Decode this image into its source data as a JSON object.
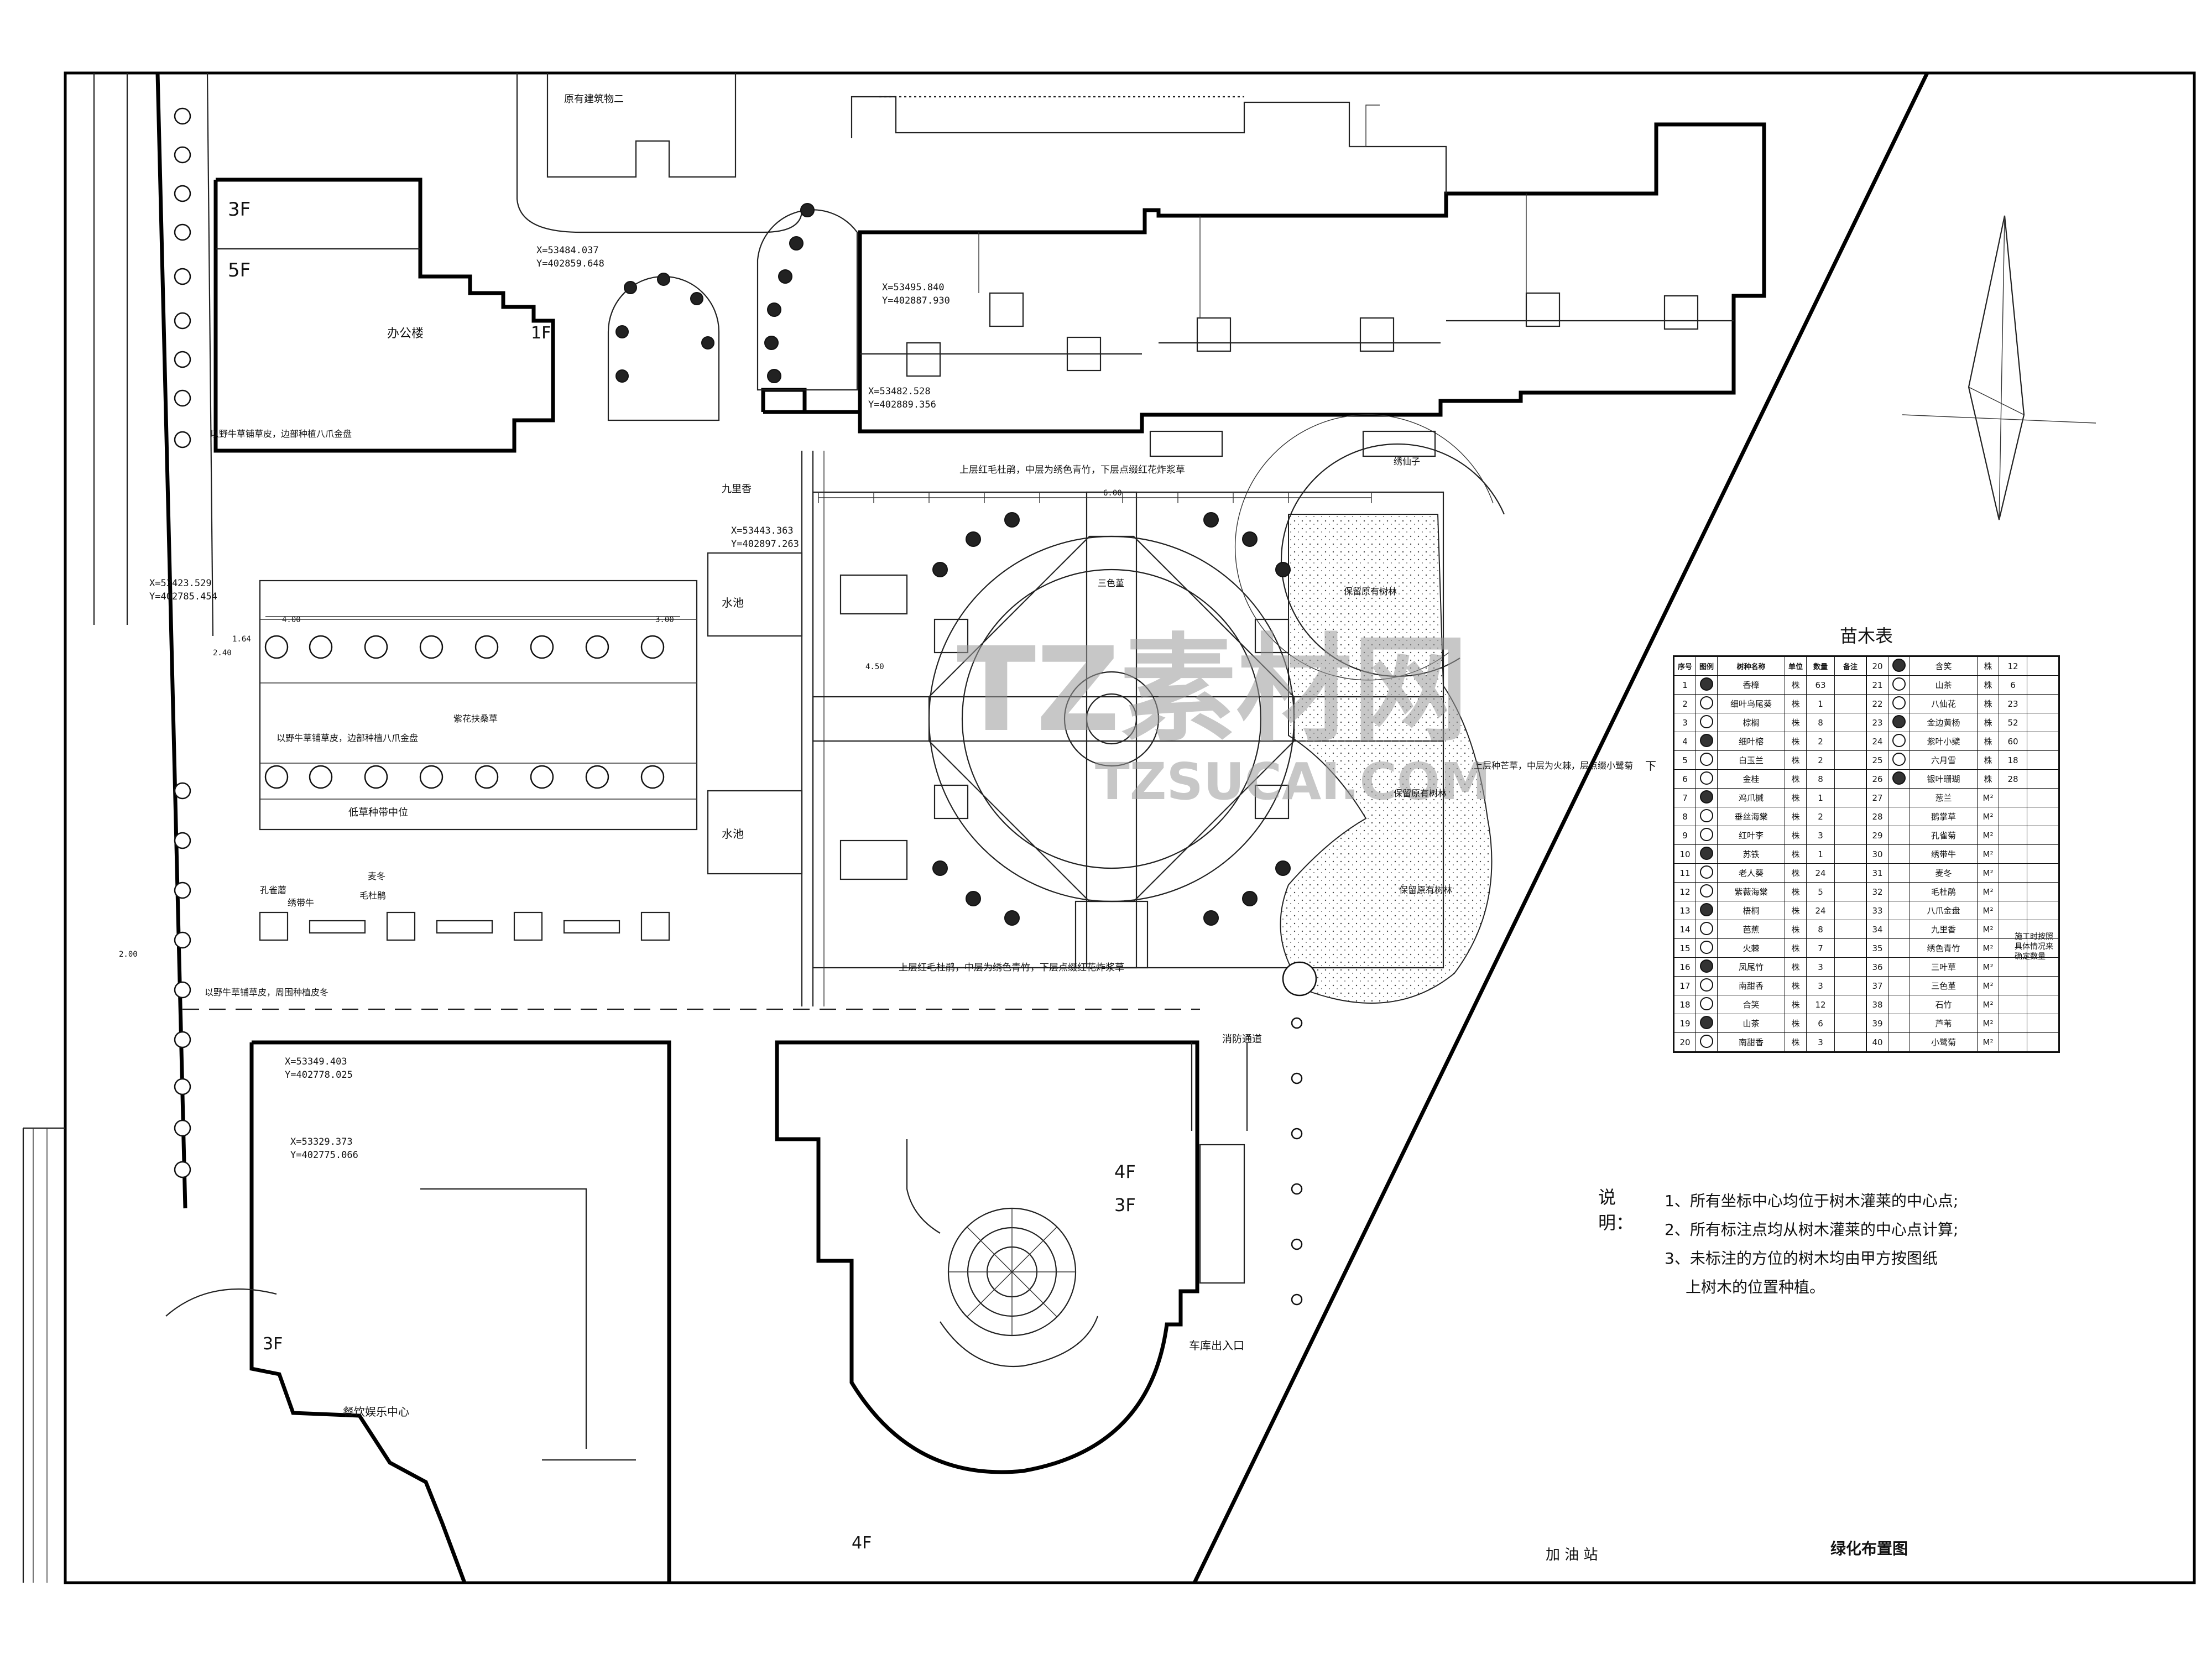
{
  "drawing": {
    "title": "绿化布置图",
    "frame_color": "#000000",
    "background": "#ffffff"
  },
  "buildings": {
    "office": "办公楼",
    "office_floors_a": "3F",
    "office_floors_b": "5F",
    "office_floors_c": "1F",
    "existing_building": "原有建筑物二",
    "dining": "餐饮娱乐中心",
    "dining_floors": "3F",
    "south_4f": "4F",
    "south_3f": "3F",
    "bottom_4f": "4F",
    "gas_station": "加 油 站",
    "parking_entrance": "车库出入口",
    "fire_lane": "消防通道",
    "down_label": "下"
  },
  "features": {
    "pool_left_top": "水池",
    "pool_left_bottom": "水池",
    "nine_li": "九里香",
    "sancha": "三色堇",
    "notes_top_hedge": "上层红毛杜鹃，中层为绣色青竹，下层点缀红花炸浆草",
    "notes_bottom_hedge": "上层红毛杜鹃，中层为绣色青竹，下层点缀红花炸浆草",
    "notes_right": "上层种芒草，中层为火棘，层点缀小鹭菊",
    "notes_west_lawn": "以野牛草铺草皮，边部种植八爪金盘",
    "notes_north_lawn": "以野牛草铺草皮，边部种植八爪金盘",
    "notes_sw_lawn": "以野牛草铺草皮，周围种植皮冬",
    "hedge_label": "低草种带中位",
    "hibiscus": "紫花扶桑草",
    "keep_trees_1": "保留原有树林",
    "keep_trees_2": "保留原有树林",
    "keep_trees_3": "保留原有树林",
    "shrub_label": "绣仙子",
    "legend_a": "孔雀蘑",
    "legend_b": "绣带牛",
    "legend_c": "麦冬",
    "legend_d": "毛杜鹃"
  },
  "coordinates": [
    {
      "x": "X=53484.037",
      "y": "Y=402859.648"
    },
    {
      "x": "X=53495.840",
      "y": "Y=402887.930"
    },
    {
      "x": "X=53482.528",
      "y": "Y=402889.356"
    },
    {
      "x": "X=53443.363",
      "y": "Y=402897.263"
    },
    {
      "x": "X=53423.529",
      "y": "Y=402785.454"
    },
    {
      "x": "X=53349.403",
      "y": "Y=402778.025"
    },
    {
      "x": "X=53329.373",
      "y": "Y=402775.066"
    }
  ],
  "dimensions": {
    "spacing": "4.00",
    "spacing_b": "3.00",
    "spacing_c": "6.00",
    "small_a": "2.00",
    "small_b": "1.64",
    "small_c": "4.50",
    "small_d": "2.40"
  },
  "plant_table": {
    "title": "苗木表",
    "headers": [
      "序号",
      "图例",
      "树种名称",
      "单位",
      "数量",
      "备注"
    ],
    "rows_left": [
      [
        "1",
        "香樟",
        "株",
        "63"
      ],
      [
        "2",
        "细叶鸟尾葵",
        "株",
        "1"
      ],
      [
        "3",
        "棕榈",
        "株",
        "8"
      ],
      [
        "4",
        "细叶榕",
        "株",
        "2"
      ],
      [
        "5",
        "白玉兰",
        "株",
        "2"
      ],
      [
        "6",
        "金桂",
        "株",
        "8"
      ],
      [
        "7",
        "鸡爪槭",
        "株",
        "1"
      ],
      [
        "8",
        "垂丝海棠",
        "株",
        "2"
      ],
      [
        "9",
        "红叶李",
        "株",
        "3"
      ],
      [
        "10",
        "苏铁",
        "株",
        "1"
      ],
      [
        "11",
        "老人葵",
        "株",
        "24"
      ],
      [
        "12",
        "紫薇海棠",
        "株",
        "5"
      ],
      [
        "13",
        "梧桐",
        "株",
        "24"
      ],
      [
        "14",
        "芭蕉",
        "株",
        "8"
      ],
      [
        "15",
        "火棘",
        "株",
        "7"
      ],
      [
        "16",
        "凤尾竹",
        "株",
        "3"
      ],
      [
        "17",
        "南甜香",
        "株",
        "3"
      ],
      [
        "18",
        "合笑",
        "株",
        "12"
      ],
      [
        "19",
        "山茶",
        "株",
        "6"
      ],
      [
        "20",
        "南甜香",
        "株",
        "3"
      ]
    ],
    "rows_right": [
      [
        "20",
        "含笑",
        "株",
        "12"
      ],
      [
        "21",
        "山茶",
        "株",
        "6"
      ],
      [
        "22",
        "八仙花",
        "株",
        "23"
      ],
      [
        "23",
        "金边黄杨",
        "株",
        "52"
      ],
      [
        "24",
        "紫叶小檗",
        "株",
        "60"
      ],
      [
        "25",
        "六月雪",
        "株",
        "18"
      ],
      [
        "26",
        "银叶珊瑚",
        "株",
        "28"
      ],
      [
        "27",
        "葱兰",
        "M²",
        ""
      ],
      [
        "28",
        "鹅掌草",
        "M²",
        ""
      ],
      [
        "29",
        "孔雀菊",
        "M²",
        ""
      ],
      [
        "30",
        "绣带牛",
        "M²",
        ""
      ],
      [
        "31",
        "麦冬",
        "M²",
        ""
      ],
      [
        "32",
        "毛杜鹃",
        "M²",
        ""
      ],
      [
        "33",
        "八爪金盘",
        "M²",
        ""
      ],
      [
        "34",
        "九里香",
        "M²",
        ""
      ],
      [
        "35",
        "绣色青竹",
        "M²",
        ""
      ],
      [
        "36",
        "三叶草",
        "M²",
        ""
      ],
      [
        "37",
        "三色堇",
        "M²",
        ""
      ],
      [
        "38",
        "石竹",
        "M²",
        ""
      ],
      [
        "39",
        "芦苇",
        "M²",
        ""
      ],
      [
        "40",
        "小鹭菊",
        "M²",
        ""
      ]
    ],
    "remark": "施工时按照具体情况来确定数量"
  },
  "notes": {
    "heading": "说明：",
    "items": [
      "1、所有坐标中心均位于树木灌莱的中心点;",
      "2、所有标注点均从树木灌莱的中心点计算;",
      "3、未标注的方位的树木均由甲方按图纸",
      "上树木的位置种植。"
    ]
  },
  "watermark": {
    "main": "TZ素材网",
    "sub": "TZSUCAI.COM"
  }
}
